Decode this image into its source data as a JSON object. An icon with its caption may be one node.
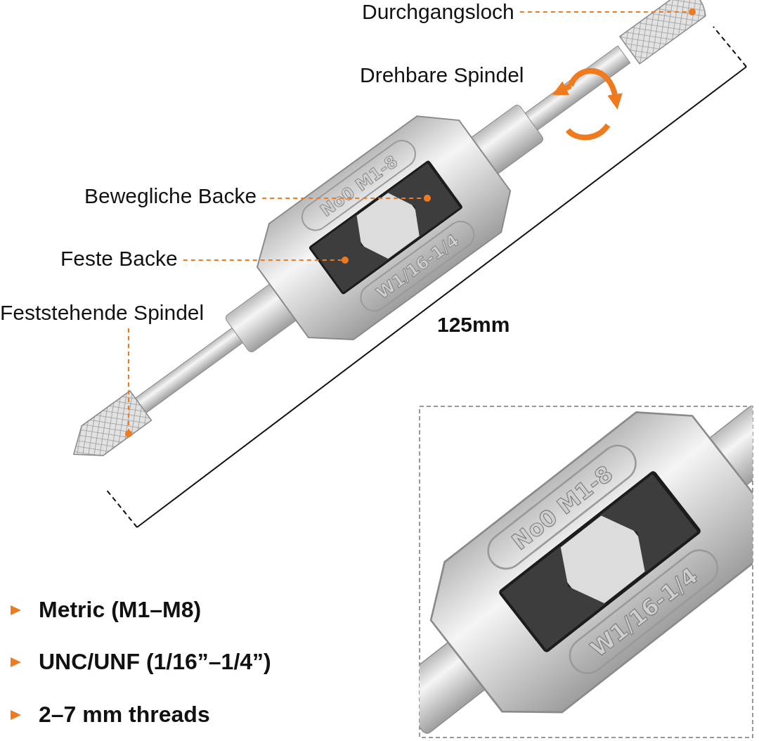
{
  "diagram": {
    "nodes": [
      {
        "text": [
          "Durchgangsloch"
        ]
      },
      {
        "text": [
          "Bewegliche Backe"
        ]
      },
      {
        "text": [
          "Feste Backe"
        ]
      },
      {
        "text": [
          "Feststehende Spindel"
        ]
      },
      {
        "text": [],
        "shape": "cylinder"
      },
      {
        "text": [],
        "shape": "box"
      },
      {
        "text": [],
        "shape": "box"
      },
      {
        "text": [],
        "shape": "cylinder"
      }
    ],
    "edges": [
      {
        "from": 0,
        "to": 4,
        "arrow": "other",
        "style": "dashed"
      },
      {
        "from": 1,
        "to": 5,
        "arrow": "other",
        "style": "dashed"
      },
      {
        "from": 2,
        "to": 6,
        "arrow": "other",
        "style": "dashed"
      },
      {
        "from": 3,
        "to": 7,
        "arrow": "other",
        "style": "dashed"
      }
    ],
    "labels": [
      "Drehbare Spindel",
      "No0 M1-8",
      "W1/16-1/4",
      "125mm",
      "No0 M1-8",
      "W1/16-1/4",
      "Metric (M1–M8)",
      "UNC/UNF (1/16”–1/4”)",
      "2–7 mm threads"
    ]
  }
}
